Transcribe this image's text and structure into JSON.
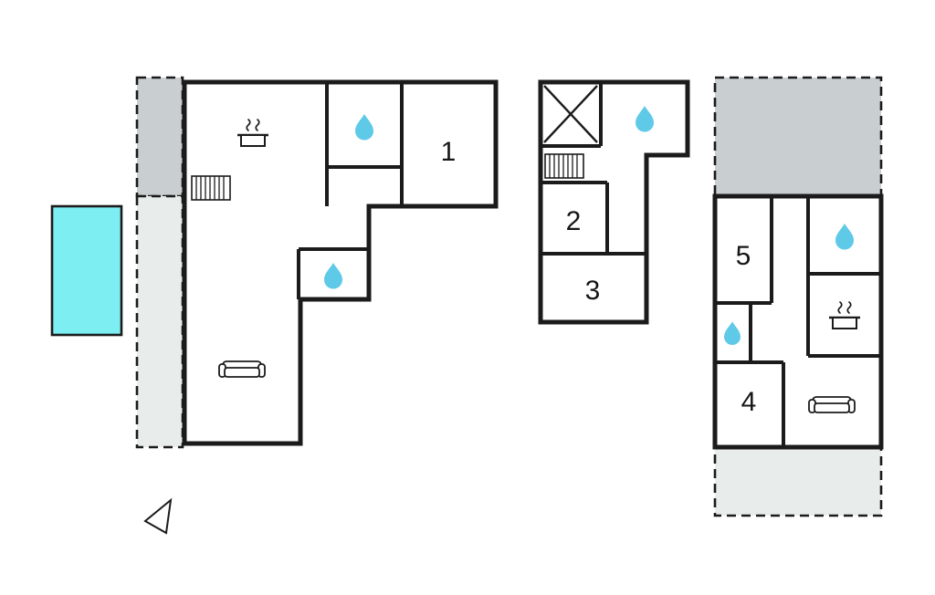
{
  "plan": {
    "rooms": [
      {
        "id": "room-1",
        "label": "1"
      },
      {
        "id": "room-2",
        "label": "2"
      },
      {
        "id": "room-3",
        "label": "3"
      },
      {
        "id": "room-4",
        "label": "4"
      },
      {
        "id": "room-5",
        "label": "5"
      }
    ],
    "icons": {
      "water_drop": "water-drop-icon",
      "stove": "stove-icon",
      "sofa": "sofa-icon",
      "stairs": "stairs-icon",
      "crossed_box": "crossed-box-icon",
      "north_arrow": "north-arrow-icon"
    },
    "areas": [
      "pool",
      "terrace-dark-left",
      "terrace-light-left",
      "terrace-dark-right",
      "terrace-light-right"
    ],
    "colors": {
      "wall": "#1b1b1b",
      "water": "#5fc9e8",
      "pool_fill": "#7deef2",
      "terrace_dark": "#c9ced1",
      "terrace_light": "#e8eceb",
      "room_fill": "#ffffff"
    }
  }
}
